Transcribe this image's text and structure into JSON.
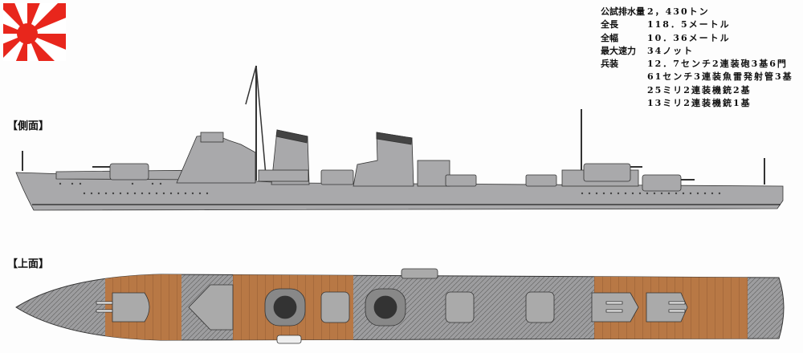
{
  "specs": [
    {
      "label": "公試排水量",
      "values": [
        "2，430トン"
      ]
    },
    {
      "label": "全長",
      "values": [
        "118．5メートル"
      ]
    },
    {
      "label": "全幅",
      "values": [
        "10．36メートル"
      ]
    },
    {
      "label": "最大速力",
      "values": [
        "34ノット"
      ]
    },
    {
      "label": "兵装",
      "values": [
        "12．7センチ2連装砲3基6門",
        "61センチ3連装魚雷発射管3基",
        "25ミリ2連装機銃2基",
        "13ミリ2連装機銃1基"
      ]
    }
  ],
  "views": {
    "side_label": "【側面】",
    "top_label": "【上面】"
  },
  "colors": {
    "hull": "#a9a9ab",
    "deck_wood": "#b87845",
    "flag_red": "#e8261c",
    "outline": "#333333"
  }
}
